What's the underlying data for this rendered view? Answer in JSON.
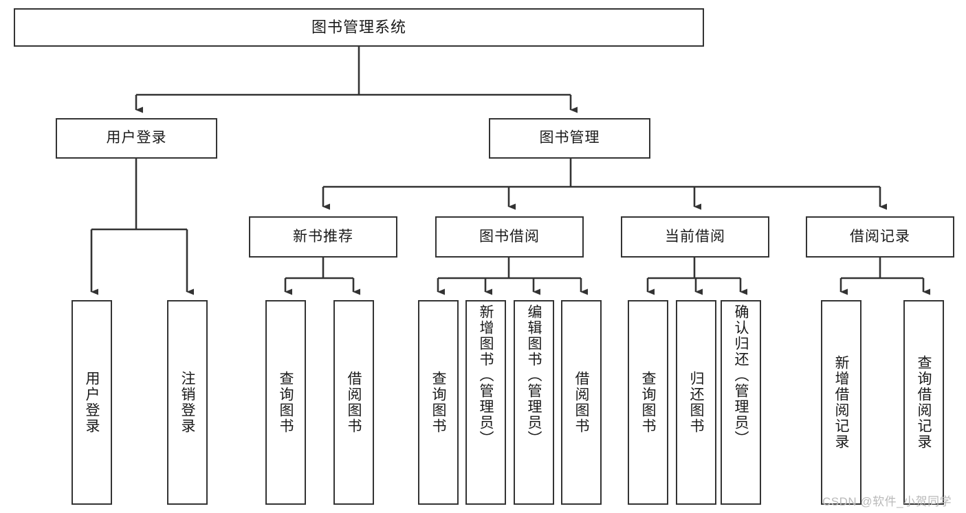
{
  "diagram": {
    "type": "tree-hierarchy-chart",
    "title": "图书管理系统",
    "watermark": "CSDN @软件_小贺同学",
    "colors": {
      "box_border": "#333333",
      "box_fill": "#ffffff",
      "connector": "#333333",
      "text": "#1a1a1a",
      "watermark": "#b9b9b9",
      "background": "#ffffff"
    },
    "nodes": {
      "root": {
        "label": "图书管理系统"
      },
      "level2": [
        {
          "label": "用户登录"
        },
        {
          "label": "图书管理"
        }
      ],
      "level3": [
        {
          "label": "新书推荐"
        },
        {
          "label": "图书借阅"
        },
        {
          "label": "当前借阅"
        },
        {
          "label": "借阅记录"
        }
      ],
      "leaves": {
        "user_login": [
          {
            "label": "用户登录"
          },
          {
            "label": "注销登录"
          }
        ],
        "new_book": [
          {
            "label": "查询图书"
          },
          {
            "label": "借阅图书"
          }
        ],
        "book_borrow": [
          {
            "label": "查询图书"
          },
          {
            "label": "新增图书（管理员）"
          },
          {
            "label": "编辑图书（管理员）"
          },
          {
            "label": "借阅图书"
          }
        ],
        "current_borrow": [
          {
            "label": "查询图书"
          },
          {
            "label": "归还图书"
          },
          {
            "label": "确认归还（管理员）"
          }
        ],
        "borrow_record": [
          {
            "label": "新增借阅记录"
          },
          {
            "label": "查询借阅记录"
          }
        ]
      }
    }
  }
}
